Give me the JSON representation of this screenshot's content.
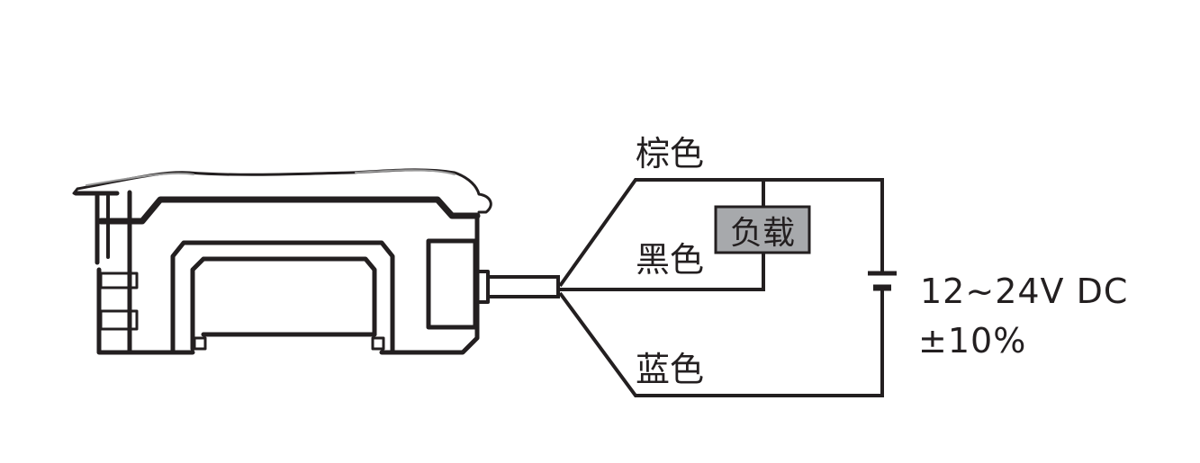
{
  "wires": {
    "brown": "棕色",
    "black": "黑色",
    "blue": "蓝色"
  },
  "load": {
    "label": "负载"
  },
  "power_supply": {
    "voltage": "12~24V DC",
    "tolerance": "±10%"
  },
  "colors": {
    "line": "#231f20",
    "load_fill": "#a7a9ac"
  }
}
